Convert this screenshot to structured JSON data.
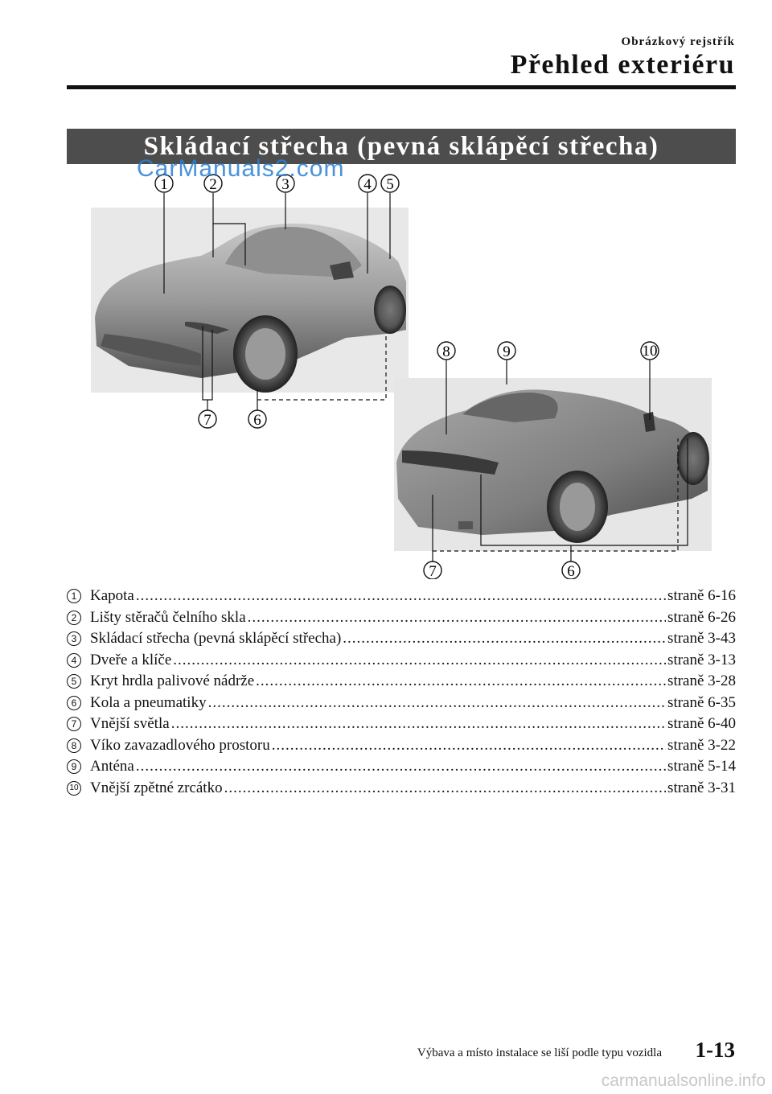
{
  "header": {
    "category": "Obrázkový rejstřík",
    "title": "Přehled exteriéru"
  },
  "section": {
    "title": "Skládací střecha (pevná sklápěcí střecha)"
  },
  "watermarks": {
    "top": "CarManuals2.com",
    "bottom": "carmanualsonline.info"
  },
  "callouts": {
    "c1": "1",
    "c2": "2",
    "c3": "3",
    "c4": "4",
    "c5": "5",
    "c6": "6",
    "c7": "7",
    "c8": "8",
    "c9": "9",
    "c10": "10"
  },
  "legend": [
    {
      "num": "1",
      "label": "Kapota",
      "page": "straně 6-16"
    },
    {
      "num": "2",
      "label": "Lišty stěračů čelního skla",
      "page": "straně 6-26"
    },
    {
      "num": "3",
      "label": "Skládací střecha (pevná sklápěcí střecha)",
      "page": "straně 3-43"
    },
    {
      "num": "4",
      "label": "Dveře a klíče",
      "page": "straně 3-13"
    },
    {
      "num": "5",
      "label": "Kryt hrdla palivové nádrže",
      "page": "straně 3-28"
    },
    {
      "num": "6",
      "label": "Kola a pneumatiky",
      "page": "straně 6-35"
    },
    {
      "num": "7",
      "label": "Vnější světla",
      "page": "straně 6-40"
    },
    {
      "num": "8",
      "label": "Víko zavazadlového prostoru",
      "page": "straně 3-22"
    },
    {
      "num": "9",
      "label": "Anténa",
      "page": "straně 5-14"
    },
    {
      "num": "10",
      "label": "Vnější zpětné zrcátko",
      "page": "straně 3-31"
    }
  ],
  "footer": {
    "note": "Výbava a místo instalace se liší podle typu vozidla",
    "page_number": "1-13"
  }
}
